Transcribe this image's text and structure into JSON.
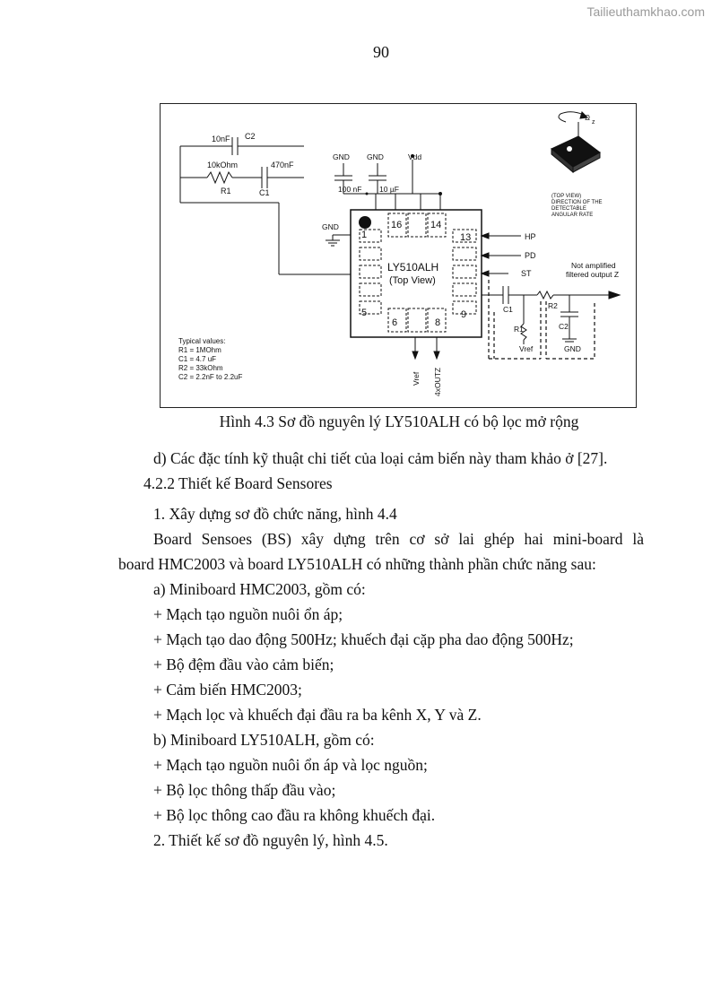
{
  "watermark": "Tailieuthamkhao.com",
  "page_number": "90",
  "figure": {
    "caption": "Hình 4.3 Sơ đồ nguyên lý LY510ALH có bộ lọc mở rộng",
    "chip_name": "LY510ALH",
    "chip_view": "(Top View)",
    "pins": {
      "p1": "1",
      "p5": "5",
      "p6": "6",
      "p8": "8",
      "p9": "9",
      "p13": "13",
      "p14": "14",
      "p16": "16"
    },
    "labels": {
      "c2_value": "10nF",
      "c2": "C2",
      "r1_value": "10kOhm",
      "r1": "R1",
      "c1_value": "470nF",
      "c1": "C1",
      "gnd": "GND",
      "vdd": "Vdd",
      "cap_100nf": "100 nF",
      "cap_10uf": "10 µF",
      "hp": "HP",
      "pd": "PD",
      "st": "ST",
      "vref": "Vref",
      "out": "4xOUTZ",
      "filter_c1": "C1",
      "filter_r1": "R1",
      "filter_r2": "R2",
      "filter_c2": "C2",
      "vref2": "Vref",
      "gnd_out": "GND",
      "out_note_1": "Not amplified",
      "out_note_2": "filtered output Z",
      "top_view_1": "(TOP VIEW)",
      "top_view_2": "DIRECTION OF THE",
      "top_view_3": "DETECTABLE",
      "top_view_4": "ANGULAR RATE",
      "omega": "Ω",
      "z": "z"
    },
    "typical": {
      "title": "Typical values:",
      "line1": "R1 = 1MOhm",
      "line2": "C1 = 4.7 uF",
      "line3": "R2 = 33kOhm",
      "line4": "C2 = 2.2nF to 2.2uF"
    }
  },
  "body": {
    "line_d": "d) Các đặc tính kỹ thuật chi tiết của loại cảm biến này tham khảo ở [27].",
    "section": "4.2.2 Thiết kế Board Sensores",
    "item1": "1. Xây dựng sơ đồ chức năng, hình 4.4",
    "para1_line1": "Board Sensoes (BS) xây dựng trên cơ sở lai ghép hai mini-board là",
    "para1_line2": "board HMC2003 và board LY510ALH có những thành phần chức năng sau:",
    "a_title": "a) Miniboard HMC2003, gồm có:",
    "a1": "+ Mạch tạo nguồn nuôi ổn áp;",
    "a2": "+ Mạch tạo dao động 500Hz; khuếch đại cặp pha dao động 500Hz;",
    "a3": "+ Bộ đệm đầu vào cảm biến;",
    "a4": "+ Cảm biến HMC2003;",
    "a5": "+ Mạch lọc và khuếch đại đầu ra ba kênh X, Y và Z.",
    "b_title": "b) Miniboard LY510ALH, gồm có:",
    "b1": "+ Mạch tạo nguồn nuôi ổn áp và lọc nguồn;",
    "b2": "+ Bộ lọc thông thấp đầu vào;",
    "b3": "+ Bộ lọc thông cao đầu ra không khuếch đại.",
    "item2": "2. Thiết kế sơ đồ nguyên lý, hình 4.5."
  }
}
